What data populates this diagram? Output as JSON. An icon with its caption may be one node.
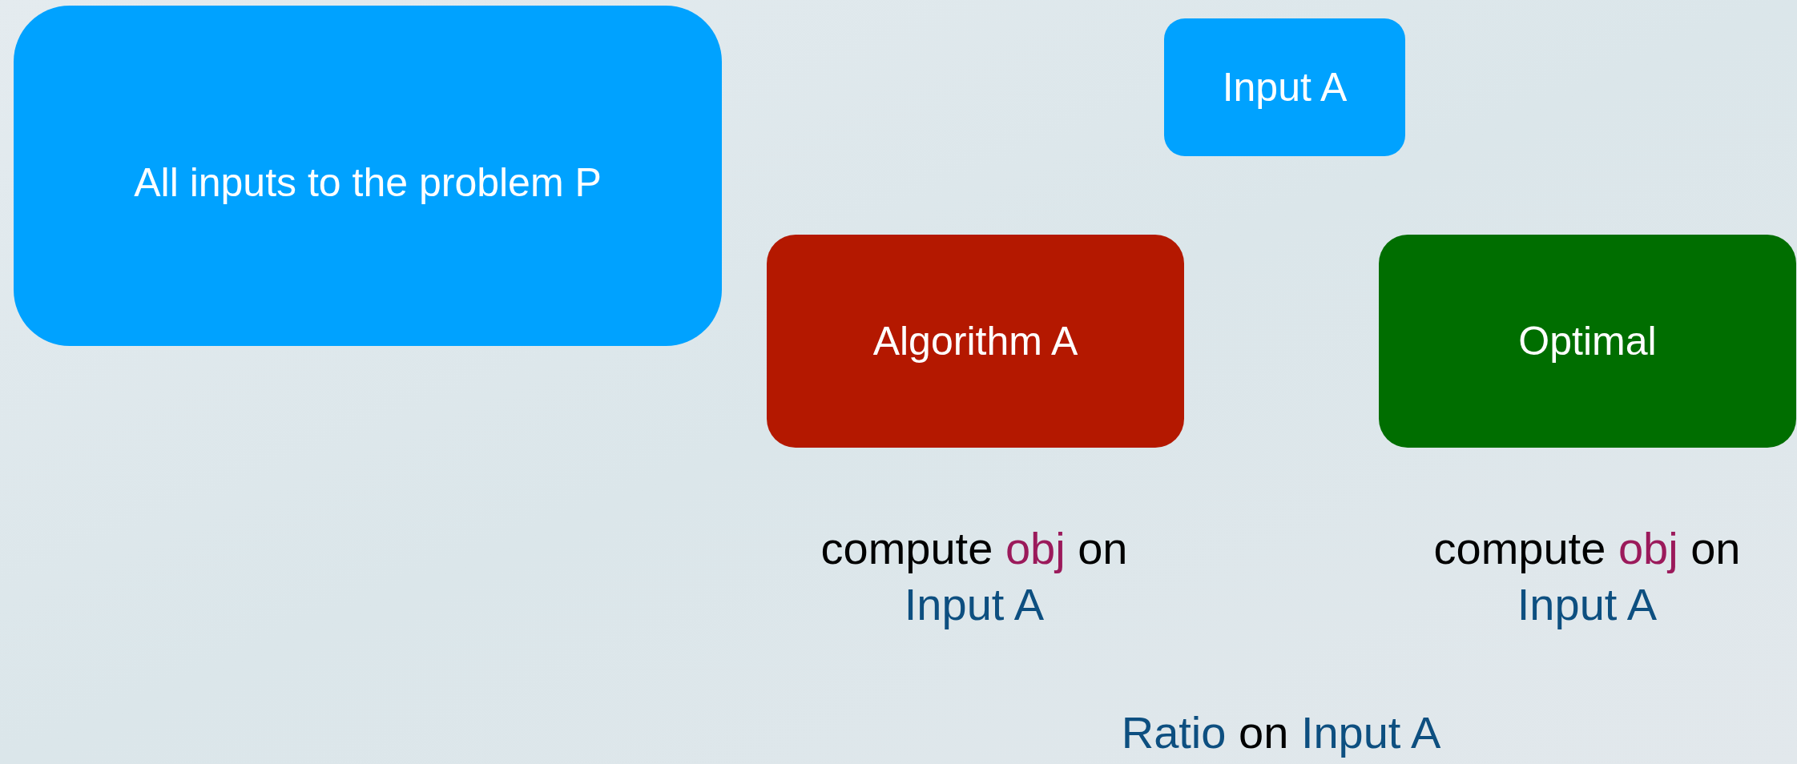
{
  "diagram": {
    "nodes": [
      {
        "text": [
          "All inputs to the problem P"
        ]
      },
      {
        "text": [
          "Input A"
        ]
      },
      {
        "text": [
          "Algorithm A"
        ]
      },
      {
        "text": [
          "Optimal"
        ]
      }
    ],
    "labels": [
      "compute obj on Input A",
      "compute obj on Input A",
      "Ratio on Input A"
    ]
  }
}
